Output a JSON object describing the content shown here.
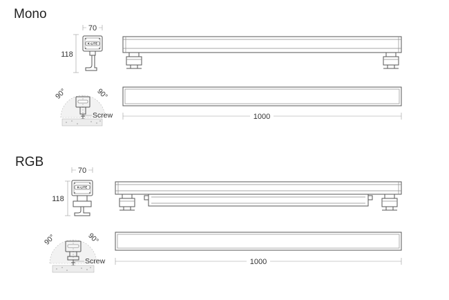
{
  "sections": [
    {
      "id": "mono",
      "title": "Mono",
      "width_label": "70",
      "height_label": "118",
      "angle_left": "90°",
      "angle_right": "90°",
      "screw_label": "Screw",
      "length_label": "1000",
      "brand": "K-LITE"
    },
    {
      "id": "rgb",
      "title": "RGB",
      "width_label": "70",
      "height_label": "118",
      "angle_left": "90°",
      "angle_right": "90°",
      "screw_label": "Screw",
      "length_label": "1000",
      "brand": "K-LITE"
    }
  ]
}
